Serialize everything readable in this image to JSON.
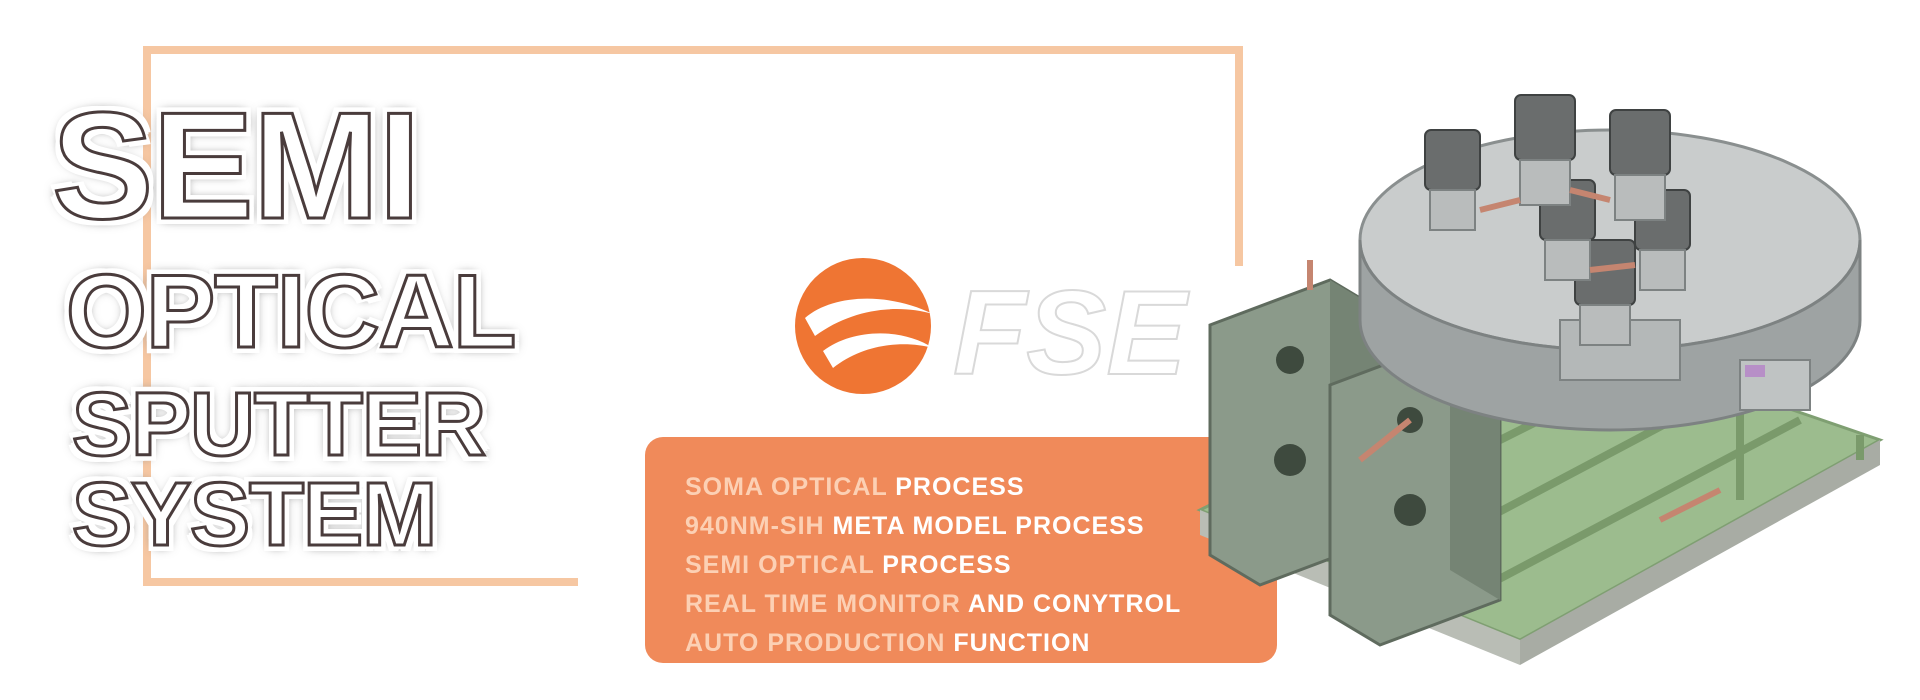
{
  "title": {
    "line1": "SEMI",
    "line2": "OPTICAL",
    "line3": "SPUTTER",
    "line4": "SYSTEM"
  },
  "logo": {
    "text": "FSE",
    "icon": "orange-swirl-logo-icon"
  },
  "features": [
    {
      "highlight": "SOMA OPTICAL",
      "rest": "PROCESS"
    },
    {
      "highlight": "940NM-SIH",
      "rest": "META MODEL PROCESS"
    },
    {
      "highlight": "SEMI OPTICAL",
      "rest": "PROCESS"
    },
    {
      "highlight": "REAL TIME MONITOR",
      "rest": "AND CONYTROL"
    },
    {
      "highlight": "AUTO PRODUCTION",
      "rest": "FUNCTION"
    }
  ],
  "colors": {
    "accent": "#f08a5a",
    "frame": "#f6c7a2",
    "machine_frame": "#8aa57a",
    "machine_body": "#8b9a8a"
  },
  "image": {
    "icon": "sputter-system-machine-illustration"
  }
}
